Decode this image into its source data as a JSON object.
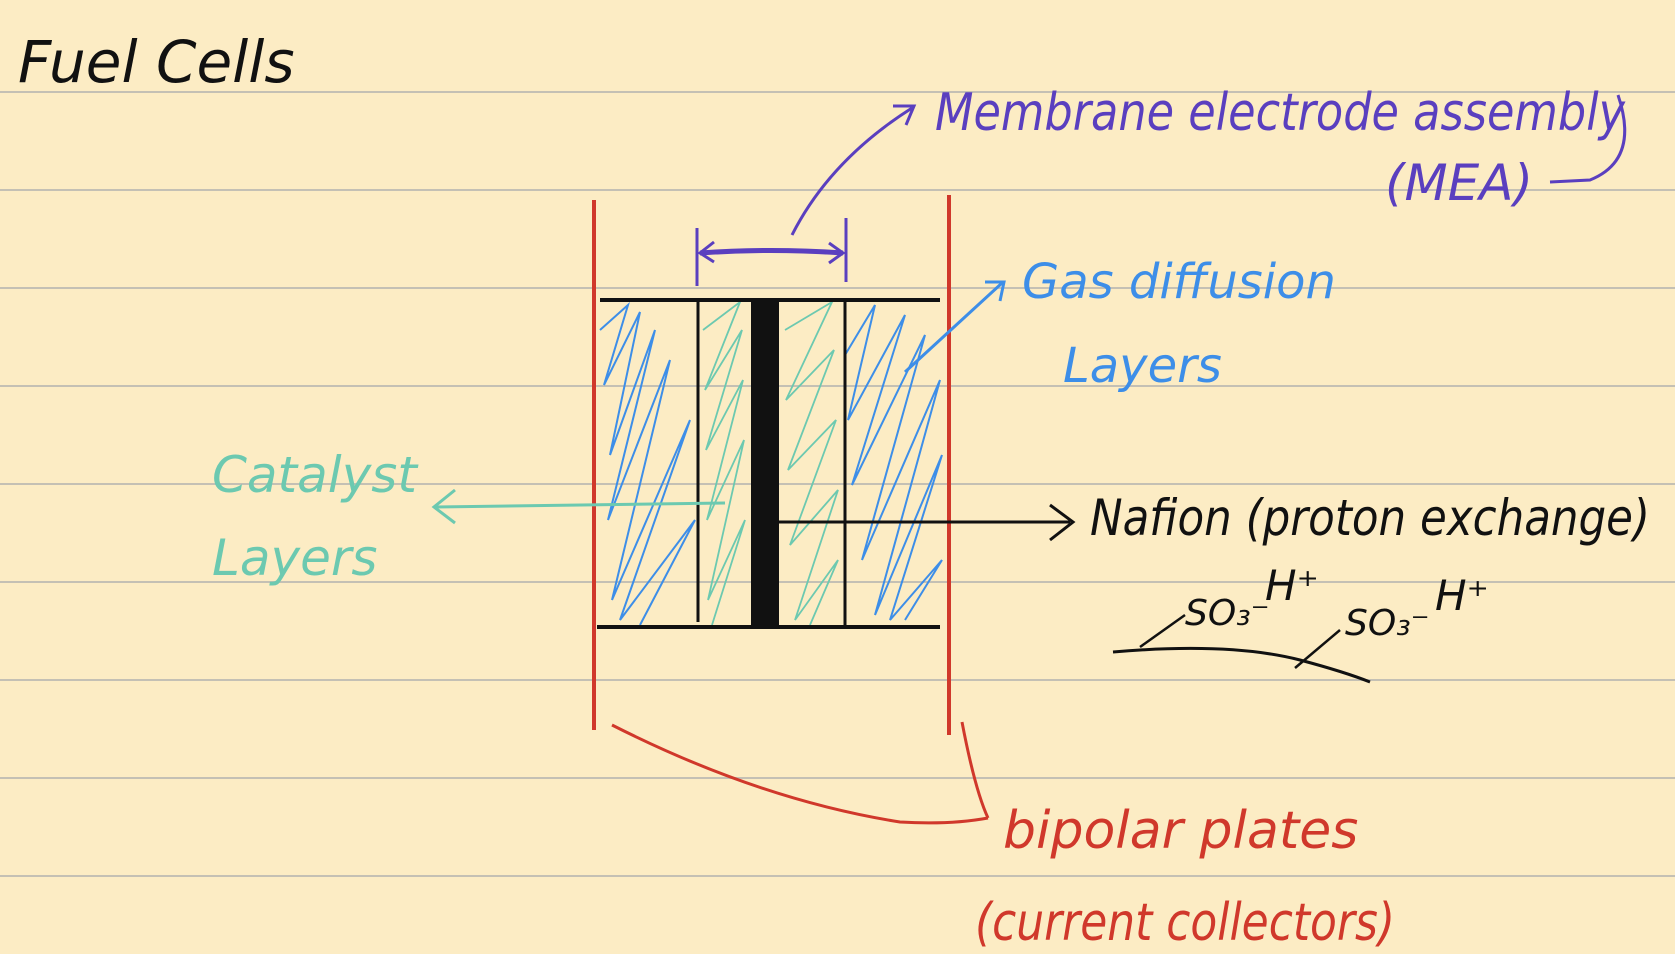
{
  "title": "Fuel Cells",
  "colors": {
    "paper": "#fcecc4",
    "rule": "#c4c0b4",
    "black": "#111111",
    "mea": "#5a3fbf",
    "gdl": "#3d8ee8",
    "catalyst": "#6cc9b0",
    "bipolar": "#d0382b"
  },
  "labels": {
    "mea_line1": "Membrane electrode assembly",
    "mea_line2": "(MEA)",
    "gdl_line1": "Gas diffusion",
    "gdl_line2": "Layers",
    "catalyst_line1": "Catalyst",
    "catalyst_line2": "Layers",
    "nafion": "Nafion (proton exchange)",
    "bipolar_line1": "bipolar plates",
    "bipolar_line2": "(current collectors)"
  },
  "chem": {
    "group1": "SO₃⁻",
    "proton1": "H⁺",
    "group2": "SO₃⁻",
    "proton2": "H⁺"
  }
}
